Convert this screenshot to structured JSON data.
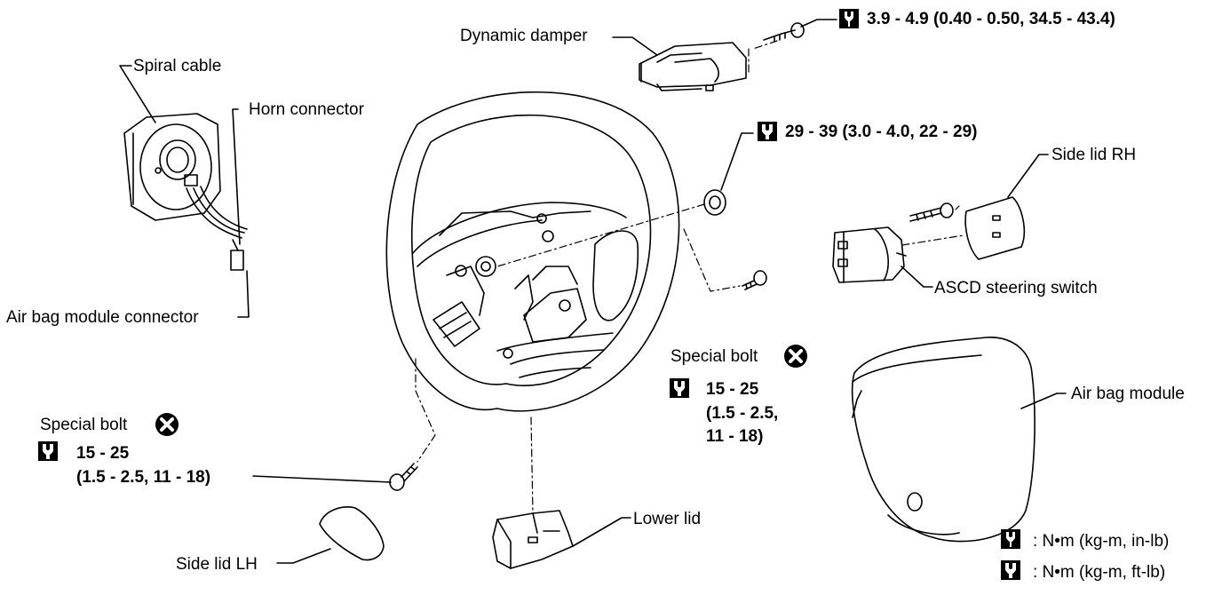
{
  "labels": {
    "dynamic_damper": "Dynamic damper",
    "spiral_cable": "Spiral cable",
    "horn_connector": "Horn connector",
    "air_bag_module_connector": "Air bag module connector",
    "side_lid_rh": "Side lid RH",
    "ascd_steering_switch": "ASCD steering switch",
    "air_bag_module": "Air bag module",
    "lower_lid": "Lower lid",
    "side_lid_lh": "Side lid LH",
    "special_bolt_right": "Special bolt",
    "special_bolt_left": "Special bolt"
  },
  "torque": {
    "damper": "3.9 - 4.9 (0.40 - 0.50, 34.5 - 43.4)",
    "nut": "29 - 39 (3.0 - 4.0, 22 - 29)",
    "bolt_right_line1": "15 - 25",
    "bolt_right_line2": "(1.5 - 2.5,",
    "bolt_right_line3": "11 - 18)",
    "bolt_left_line1": "15 - 25",
    "bolt_left_line2": "(1.5 - 2.5, 11 - 18)"
  },
  "legend": {
    "in_lb": ": N•m (kg-m, in-lb)",
    "ft_lb": ": N•m (kg-m, ft-lb)"
  },
  "icons": {
    "torque_in_lb": "wrench-in-lb-icon",
    "torque_ft_lb": "wrench-ft-lb-icon",
    "replace": "x-circle-icon"
  }
}
